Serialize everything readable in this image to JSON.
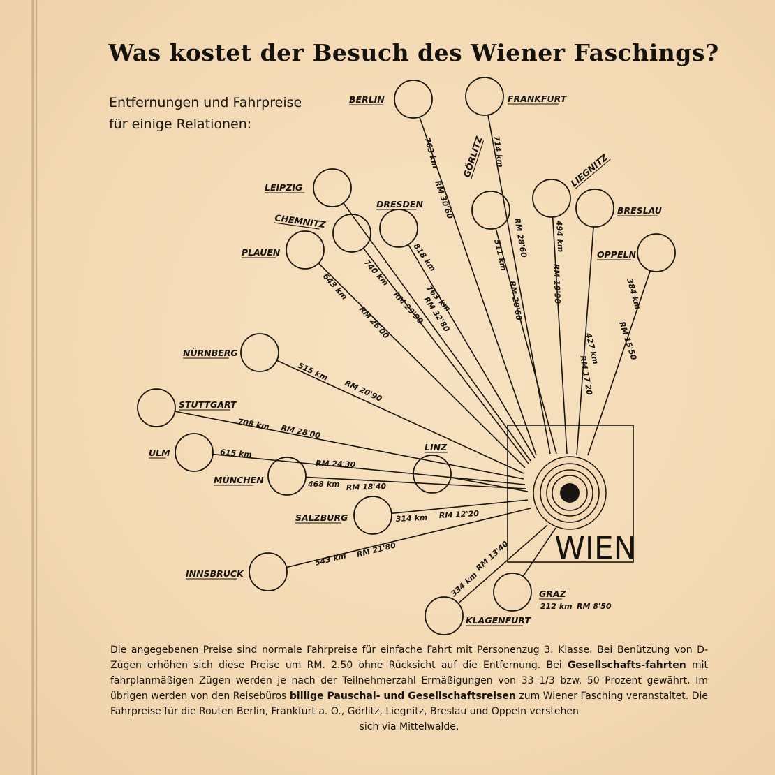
{
  "title": "Was kostet der Besuch des Wiener Faschings?",
  "subtitle": {
    "line1": "Entfernungen und Fahrpreise",
    "line2": "für einige Relationen:"
  },
  "chart_data": {
    "type": "network",
    "hub": "WIEN",
    "routes": [
      {
        "city": "BERLIN",
        "distance": "763 km",
        "price": "RM 30'60"
      },
      {
        "city": "FRANKFURT",
        "distance": "714 km",
        "price": ""
      },
      {
        "city": "GÖRLITZ",
        "distance": "511 km",
        "price": "RM 20'60"
      },
      {
        "city": "LIEGNITZ",
        "distance": "",
        "price": "RM 28'60"
      },
      {
        "city": "BRESLAU",
        "distance": "494 km",
        "price": "RM 19'90"
      },
      {
        "city": "OPPELN",
        "distance": "384 km",
        "price": "RM 15'50"
      },
      {
        "city": "LEIPZIG",
        "distance": "818 km",
        "price": "RM 32'80"
      },
      {
        "city": "DRESDEN",
        "distance": "763 km",
        "price": "RM 30'60"
      },
      {
        "city": "CHEMNITZ",
        "distance": "740 km",
        "price": "RM 29'90"
      },
      {
        "city": "PLAUEN",
        "distance": "643 km",
        "price": "RM 26'00"
      },
      {
        "city": "NÜRNBERG",
        "distance": "515 km",
        "price": "RM 20'90"
      },
      {
        "city": "STUTTGART",
        "distance": "708 km",
        "price": "RM 28'00"
      },
      {
        "city": "ULM",
        "distance": "615 km",
        "price": "RM 24'30"
      },
      {
        "city": "MÜNCHEN",
        "distance": "468 km",
        "price": "RM 18'40"
      },
      {
        "city": "LINZ",
        "distance": "",
        "price": ""
      },
      {
        "city": "SALZBURG",
        "distance": "314 km",
        "price": "RM 12'20"
      },
      {
        "city": "INNSBRUCK",
        "distance": "543 km",
        "price": "RM 21'80"
      },
      {
        "city": "KLAGENFURT",
        "distance": "334 km",
        "price": "RM 13'40"
      },
      {
        "city": "GRAZ",
        "distance": "212 km",
        "price": "RM 8'50"
      },
      {
        "city": "",
        "distance": "427 km",
        "price": "RM 17'20"
      }
    ]
  },
  "footnote": {
    "p1": "Die angegebenen Preise sind normale Fahrpreise für einfache Fahrt mit Personenzug 3. Klasse. Bei Benützung von D-Zügen erhöhen sich diese Preise um RM. 2.50 ohne Rücksicht auf die Entfernung. Bei",
    "b1": "Gesellschafts-fahrten",
    "p2": "mit fahrplanmäßigen Zügen werden je nach der Teilnehmerzahl Ermäßigungen von 33 1/3 bzw. 50 Prozent gewährt. Im übrigen werden von den Reisebüros",
    "b2": "billige Pauschal- und Gesellschaftsreisen",
    "p3": "zum Wiener Fasching veranstaltet. Die Fahrpreise für die Routen Berlin, Frankfurt a. O., Görlitz, Liegnitz, Breslau und Oppeln verstehen",
    "p4": "sich via Mittelwalde."
  }
}
